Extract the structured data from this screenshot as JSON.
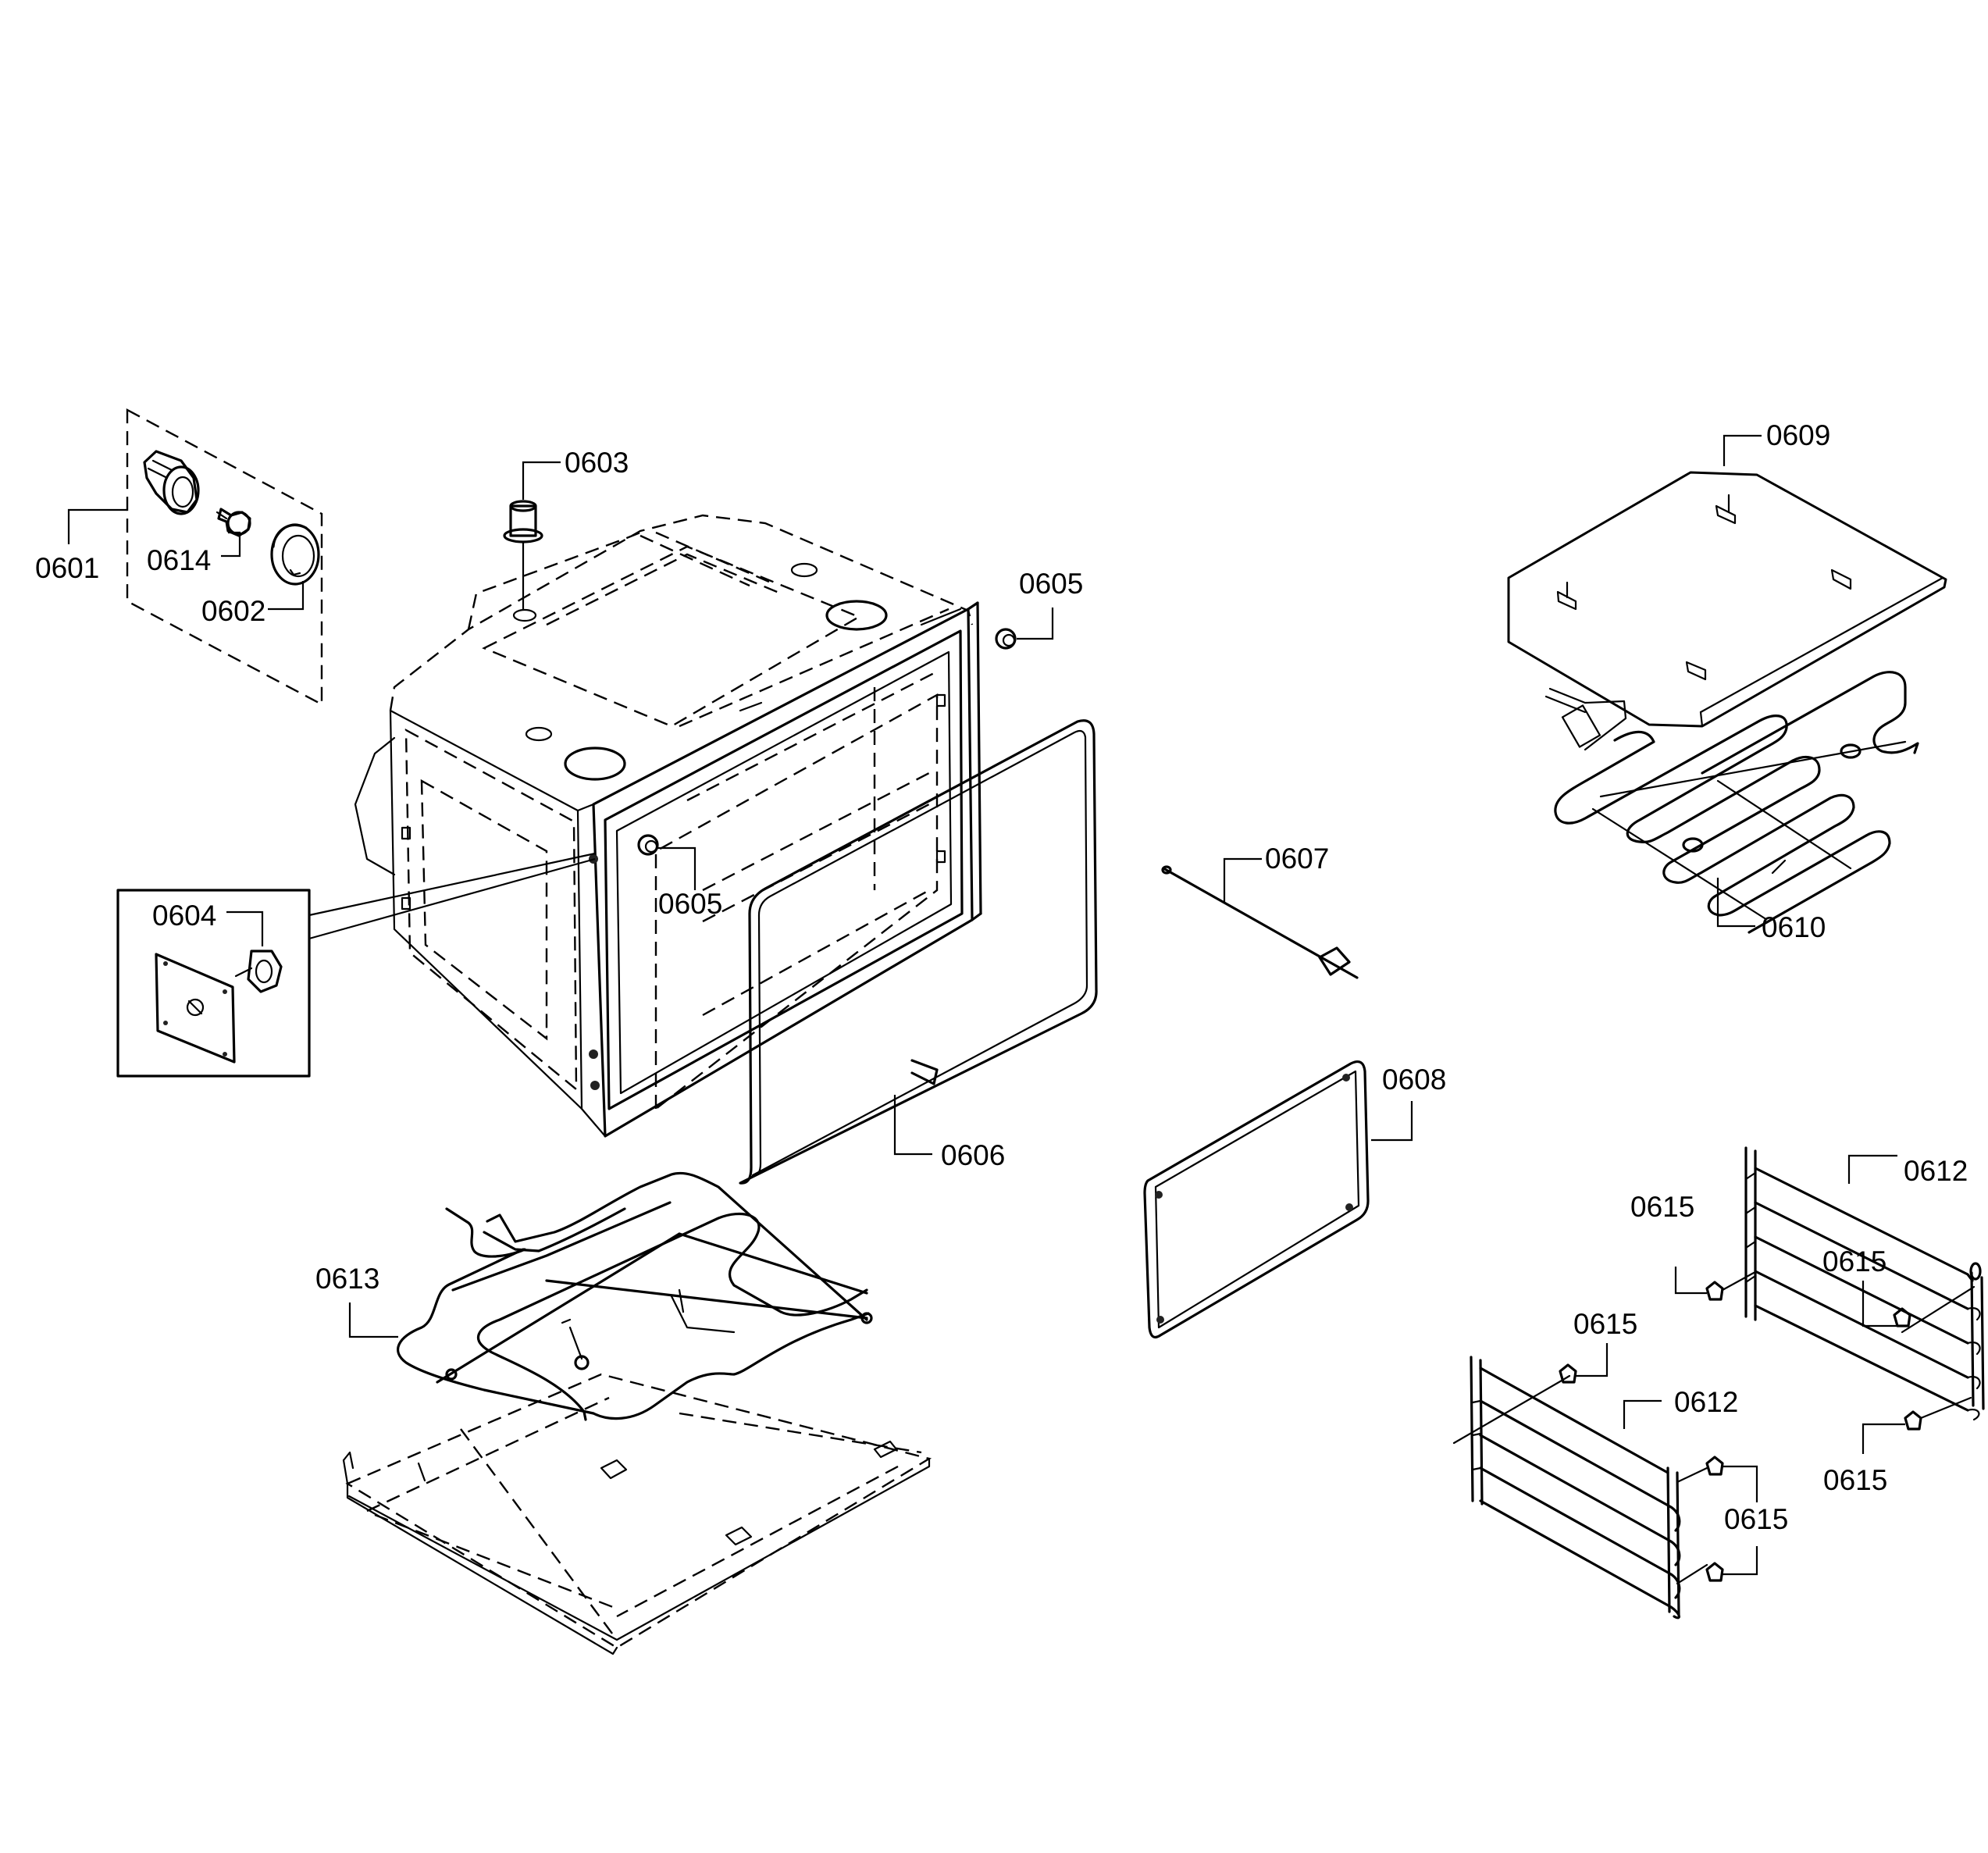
{
  "diagram": {
    "labels": {
      "p0601": "0601",
      "p0602": "0602",
      "p0603": "0603",
      "p0604": "0604",
      "p0605_a": "0605",
      "p0605_b": "0605",
      "p0606": "0606",
      "p0607": "0607",
      "p0608": "0608",
      "p0609": "0609",
      "p0610": "0610",
      "p0612_a": "0612",
      "p0612_b": "0612",
      "p0613": "0613",
      "p0614": "0614",
      "p0615_a": "0615",
      "p0615_b": "0615",
      "p0615_c": "0615",
      "p0615_d": "0615",
      "p0615_e": "0615"
    }
  }
}
